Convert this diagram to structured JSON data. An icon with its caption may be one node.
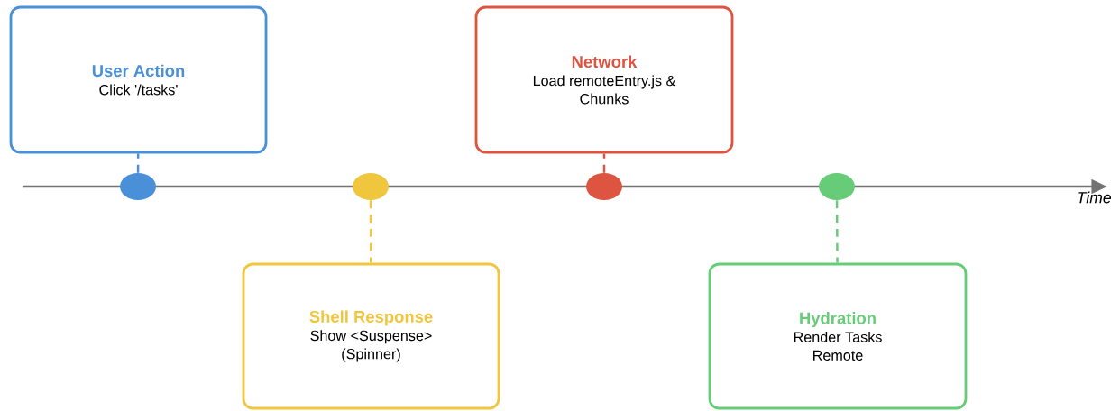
{
  "diagram": {
    "nodes": [
      {
        "text": [
          "User Action",
          "Click '/tasks'"
        ]
      },
      {
        "text": [
          "Network",
          "Load remoteEntry.js & Chunks"
        ]
      },
      {
        "text": [],
        "shape": "circle"
      },
      {
        "text": [],
        "shape": "circle"
      },
      {
        "text": [],
        "shape": "circle"
      },
      {
        "text": [],
        "shape": "circle"
      },
      {
        "text": [
          "Shell Response",
          "Show <Suspense> (Spinner)"
        ]
      },
      {
        "text": [
          "Hydration",
          "Render Tasks Remote"
        ]
      }
    ],
    "edges": [
      {
        "from": 2,
        "to": 0,
        "arrow": "none",
        "style": "dashed",
        "color": "#4a90d9"
      },
      {
        "from": 3,
        "to": 6,
        "arrow": "none",
        "style": "dashed",
        "color": "#f0c63f"
      },
      {
        "from": 4,
        "to": 1,
        "arrow": "none",
        "style": "dashed",
        "color": "#dd5540"
      },
      {
        "from": 5,
        "to": 7,
        "arrow": "none",
        "style": "dashed",
        "color": "#66cc77"
      }
    ],
    "labels": [
      "Time"
    ]
  }
}
